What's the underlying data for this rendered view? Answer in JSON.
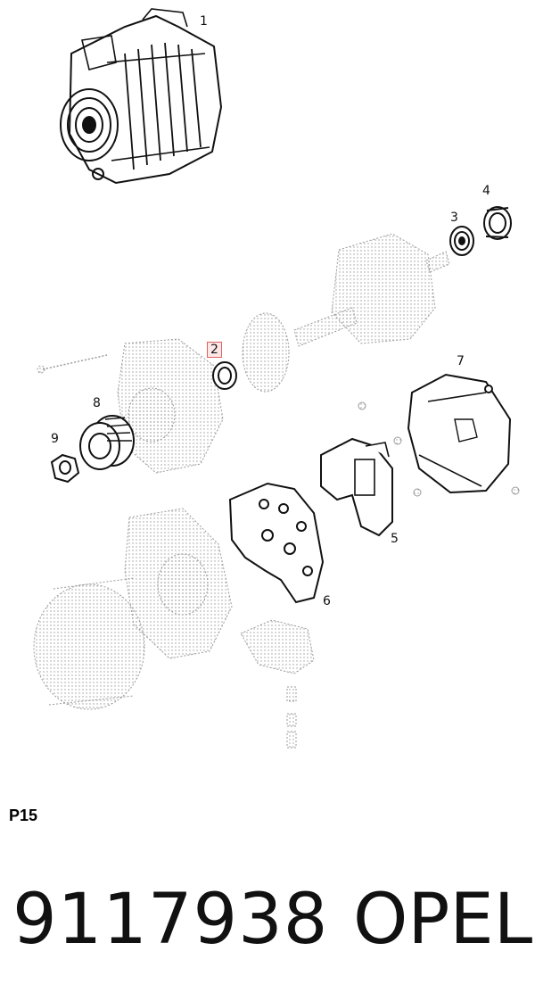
{
  "diagram": {
    "callouts": [
      {
        "id": "1",
        "label": "1",
        "highlighted": false
      },
      {
        "id": "2",
        "label": "2",
        "highlighted": true
      },
      {
        "id": "3",
        "label": "3",
        "highlighted": false
      },
      {
        "id": "4",
        "label": "4",
        "highlighted": false
      },
      {
        "id": "5",
        "label": "5",
        "highlighted": false
      },
      {
        "id": "6",
        "label": "6",
        "highlighted": false
      },
      {
        "id": "7",
        "label": "7",
        "highlighted": false
      },
      {
        "id": "8",
        "label": "8",
        "highlighted": false
      },
      {
        "id": "9",
        "label": "9",
        "highlighted": false
      }
    ],
    "highlight_color": "#e06060"
  },
  "footer": {
    "page_code": "P15",
    "part_number": "9117938",
    "brand": "OPEL"
  }
}
